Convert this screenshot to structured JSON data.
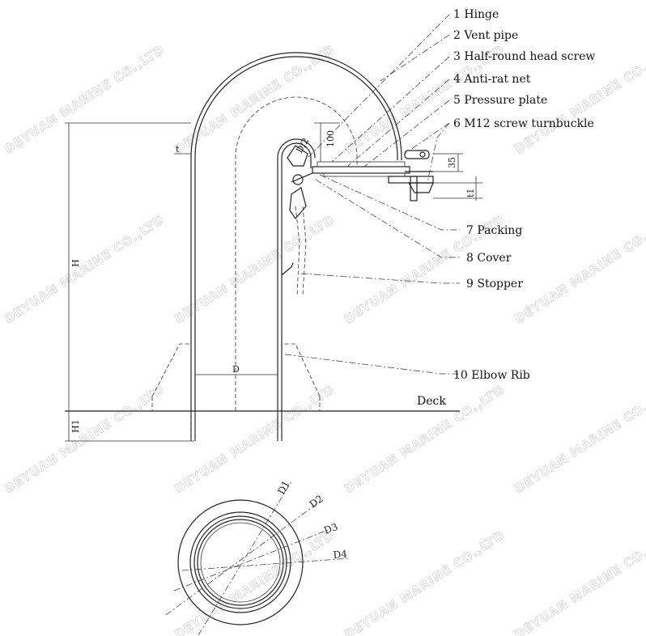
{
  "labels": [
    {
      "id": "hinge",
      "text": "1 Hinge"
    },
    {
      "id": "vent-pipe",
      "text": "2 Vent pipe"
    },
    {
      "id": "screw",
      "text": "3 Half-round head screw"
    },
    {
      "id": "net",
      "text": "4 Anti-rat net"
    },
    {
      "id": "plate",
      "text": "5 Pressure plate"
    },
    {
      "id": "turnbuckle",
      "text": "6 M12 screw turnbuckle"
    },
    {
      "id": "packing",
      "text": "7 Packing"
    },
    {
      "id": "cover",
      "text": "8 Cover"
    },
    {
      "id": "stopper",
      "text": "9 Stopper"
    },
    {
      "id": "rib",
      "text": "10 Elbow Rib"
    }
  ],
  "deck": "Deck",
  "dimensions": {
    "H": "H",
    "H1": "H1",
    "t": "t",
    "t1": "t1",
    "D": "D",
    "D_half": "D/2",
    "d100": "100",
    "d35": "35",
    "D1": "D1",
    "D2": "D2",
    "D3": "D3",
    "D4": "D4"
  },
  "watermark": "DEYUAN MARINE CO.,LTD"
}
